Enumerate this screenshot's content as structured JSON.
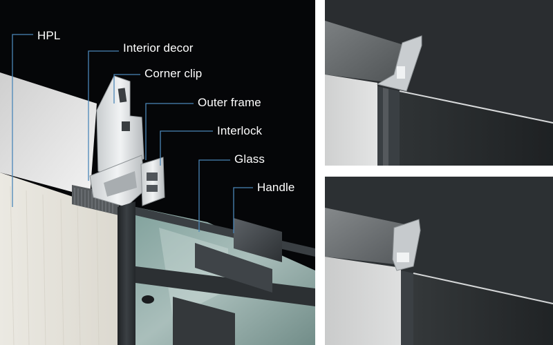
{
  "figure": {
    "callouts": [
      {
        "id": "hpl",
        "label": "HPL"
      },
      {
        "id": "interior-decor",
        "label": "Interior decor"
      },
      {
        "id": "corner-clip",
        "label": "Corner clip"
      },
      {
        "id": "outer-frame",
        "label": "Outer frame"
      },
      {
        "id": "interlock",
        "label": "Interlock"
      },
      {
        "id": "glass",
        "label": "Glass"
      },
      {
        "id": "handle",
        "label": "Handle"
      }
    ],
    "colors": {
      "background": "#050608",
      "callout_line": "#4a86b8",
      "label_text": "#ffffff",
      "aluminium": "#dfe2e4",
      "frame_dark": "#2e3235",
      "hpl_panel": "#e9e7e0"
    }
  },
  "detail_views": [
    {
      "id": "detail-top",
      "icon": "frame-section-closeup"
    },
    {
      "id": "detail-bottom",
      "icon": "frame-section-closeup"
    }
  ]
}
